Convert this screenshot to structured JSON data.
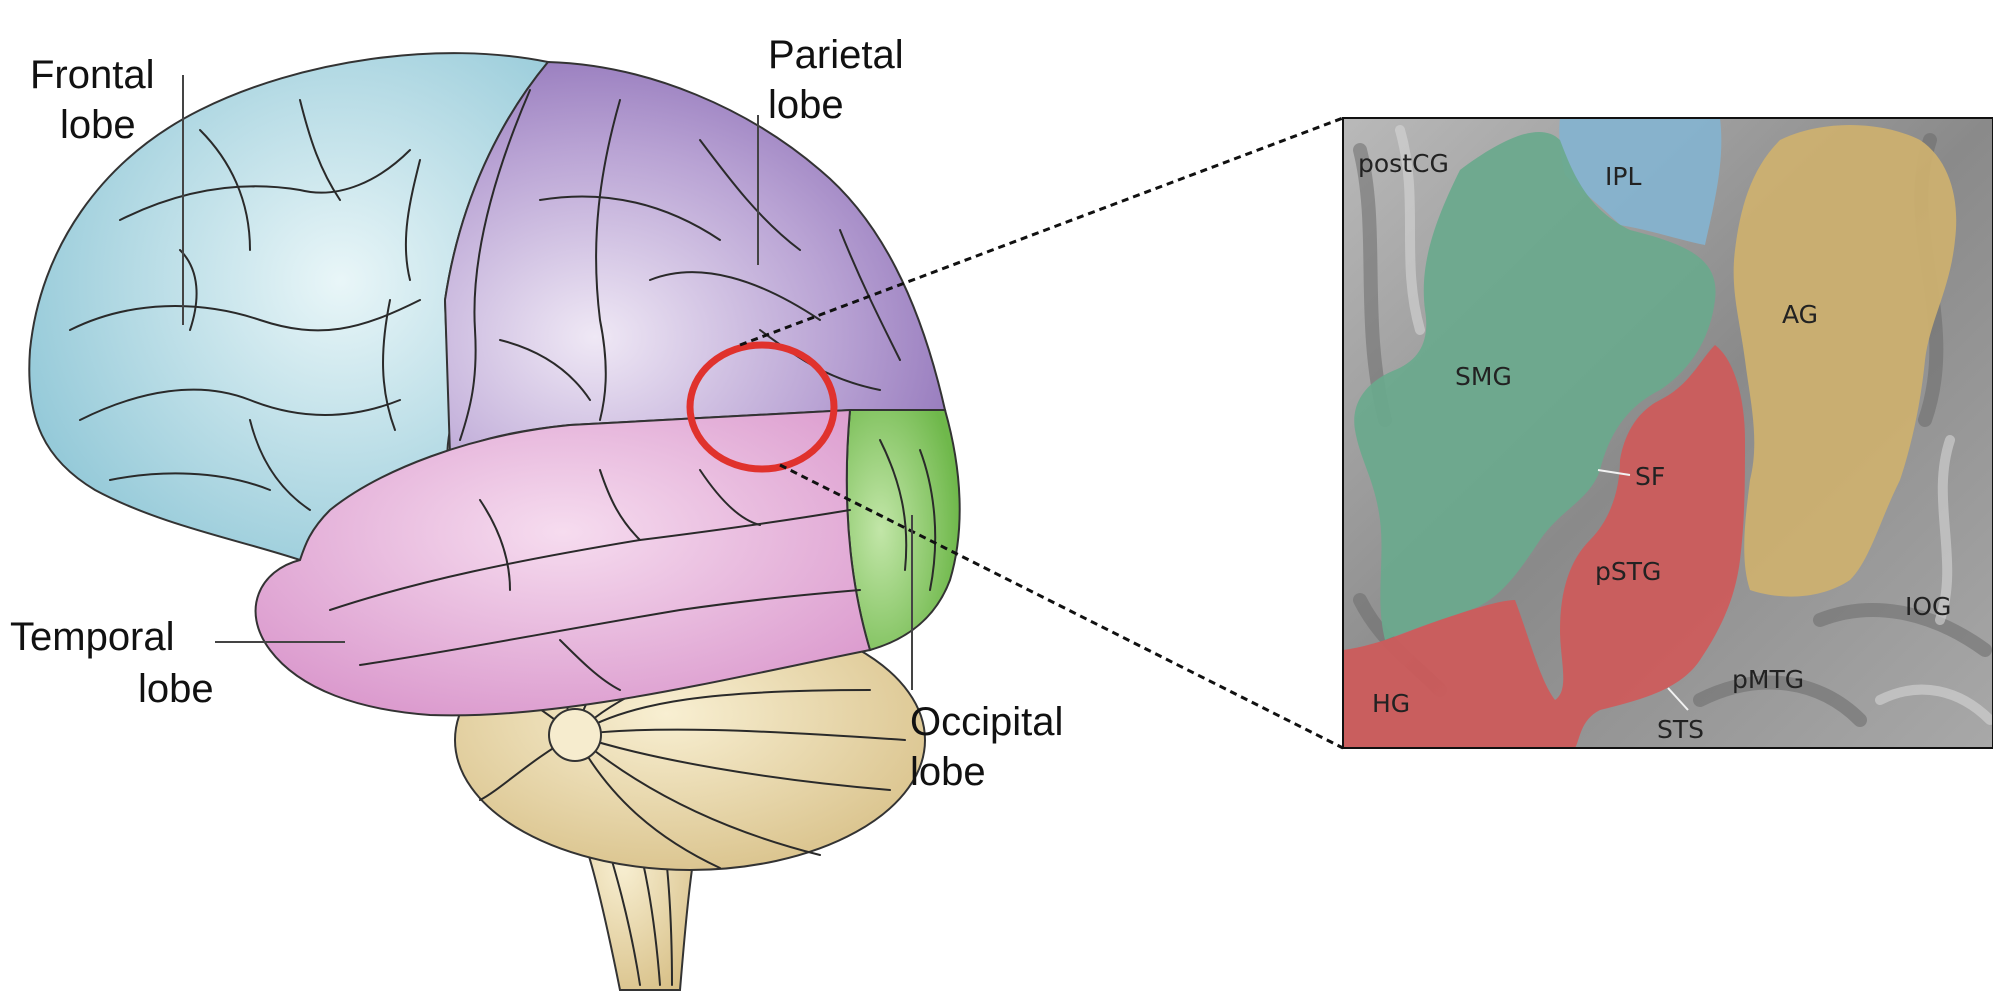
{
  "lobes": {
    "frontal": {
      "line1": "Frontal",
      "line2": "lobe",
      "color": "#bfe0e8"
    },
    "parietal": {
      "line1": "Parietal",
      "line2": "lobe",
      "color": "#b7a0d2"
    },
    "temporal": {
      "line1": "Temporal",
      "line2": "lobe",
      "color": "#e8b3dc"
    },
    "occipital": {
      "line1": "Occipital",
      "line2": "lobe",
      "color": "#93cf72"
    }
  },
  "highlight_color": "#e0322d",
  "cerebellum_color": "#eedcb0",
  "inset": {
    "regions": {
      "postCG": "postCG",
      "IPL": "IPL",
      "SMG": "SMG",
      "AG": "AG",
      "SF": "SF",
      "pSTG": "pSTG",
      "IOG": "IOG",
      "HG": "HG",
      "pMTG": "pMTG",
      "STS": "STS"
    },
    "colors": {
      "SMG": "#6aa98d",
      "IPL": "#84b3cf",
      "AG": "#cdb06f",
      "red": "#cd5a5a",
      "background": "#8e8e8e"
    }
  }
}
